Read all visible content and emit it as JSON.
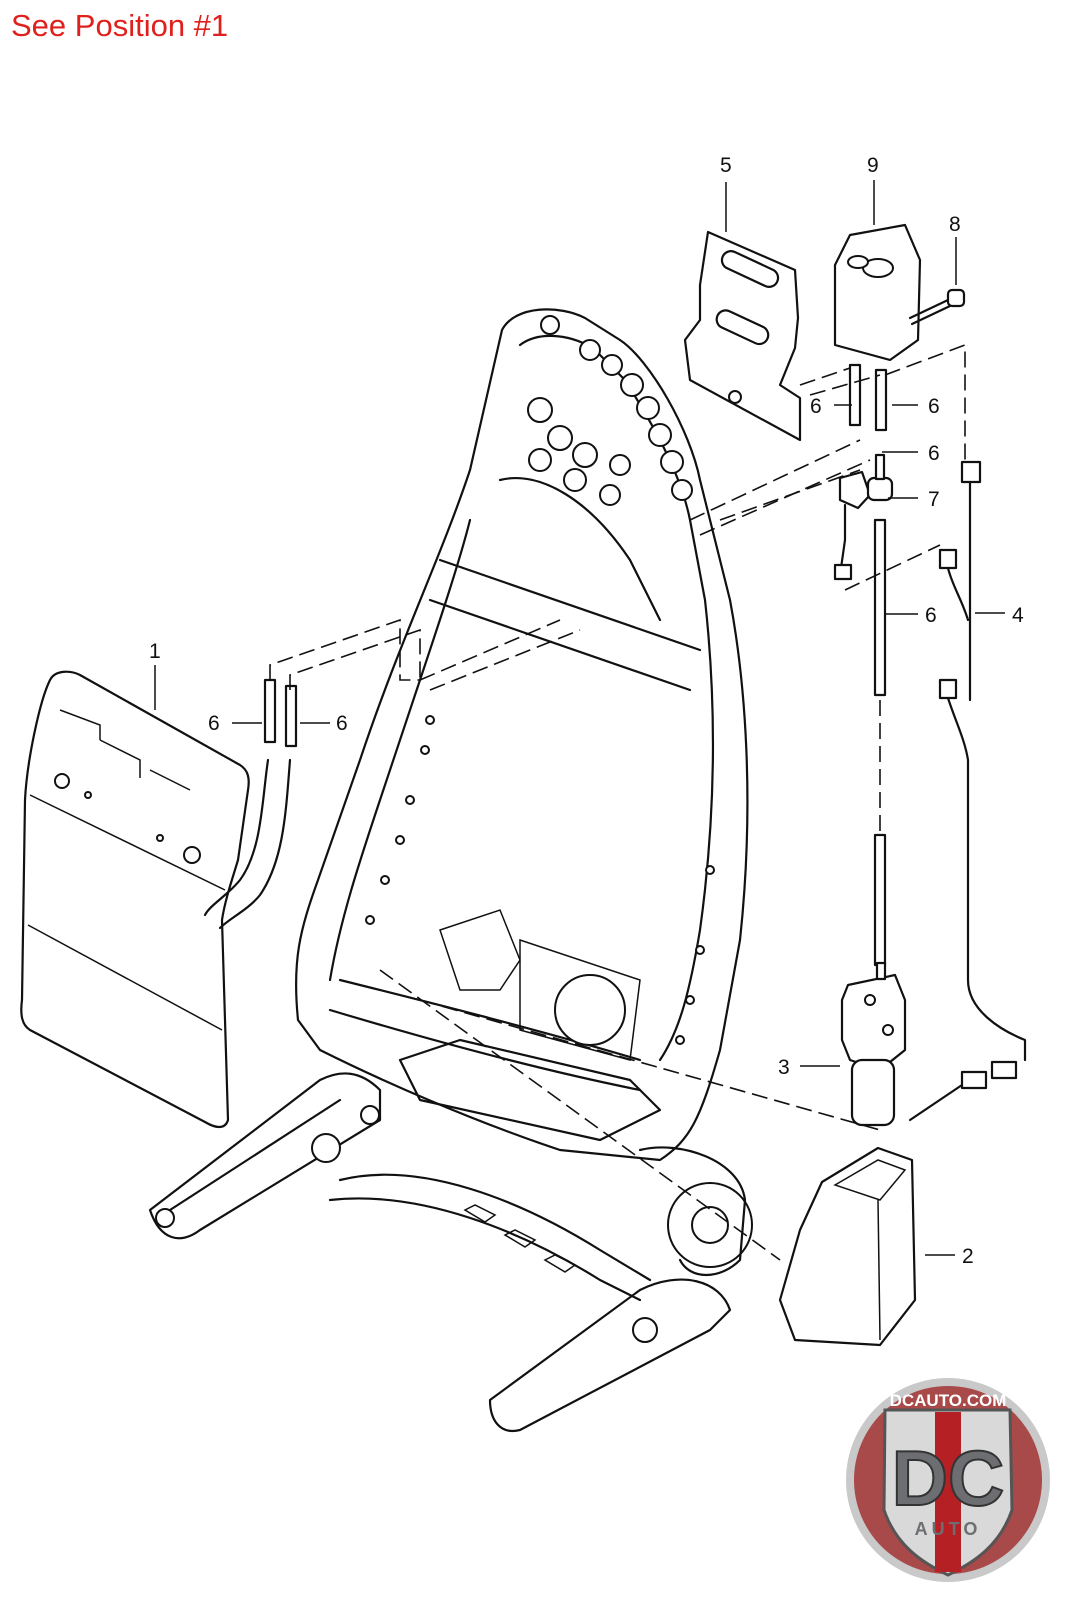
{
  "header": {
    "note": "See Position #1"
  },
  "callouts": {
    "c1": "1",
    "c2": "2",
    "c3": "3",
    "c4": "4",
    "c5": "5",
    "c6a": "6",
    "c6b": "6",
    "c6c": "6",
    "c6d": "6",
    "c6e": "6",
    "c6f": "6",
    "c7": "7",
    "c8": "8",
    "c9": "9"
  },
  "logo": {
    "top_text": "DCAUTO.COM",
    "letters": "DC",
    "bottom_text": "AUTO",
    "colors": {
      "red": "#b52025",
      "gray": "#6d6e71",
      "ring": "#c9c9c9"
    }
  }
}
